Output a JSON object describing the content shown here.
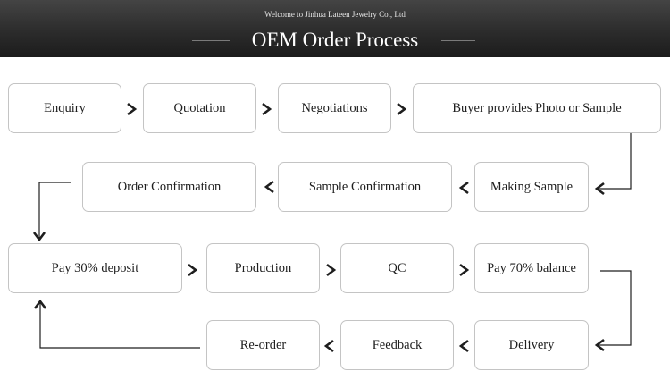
{
  "header": {
    "welcome": "Welcome to Jinhua Lateen Jewelry Co., Ltd",
    "title": "OEM Order Process"
  },
  "steps": {
    "enquiry": "Enquiry",
    "quotation": "Quotation",
    "negotiations": "Negotiations",
    "buyer_photo": "Buyer provides Photo or Sample",
    "making_sample": "Making Sample",
    "sample_confirmation": "Sample Confirmation",
    "order_confirmation": "Order Confirmation",
    "pay_deposit": "Pay 30% deposit",
    "production": "Production",
    "qc": "QC",
    "pay_balance": "Pay 70% balance",
    "delivery": "Delivery",
    "feedback": "Feedback",
    "reorder": "Re-order"
  },
  "colors": {
    "header_dark": "#2c2c2c",
    "box_border": "#c4c4c4",
    "connector": "#1e1e1e"
  }
}
